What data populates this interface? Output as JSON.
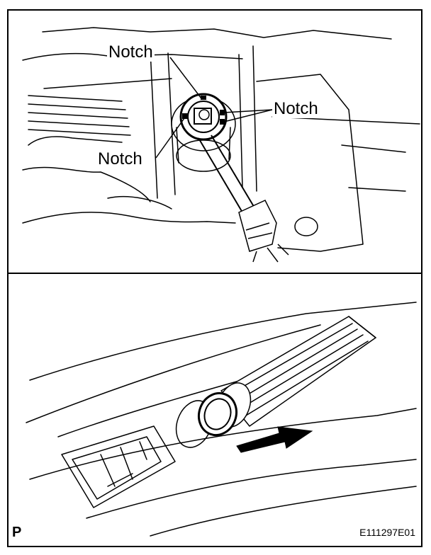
{
  "callouts": {
    "notch_top": "Notch",
    "notch_right": "Notch",
    "notch_left": "Notch"
  },
  "footer": {
    "panel_letter": "P",
    "figure_code": "E111297E01"
  }
}
